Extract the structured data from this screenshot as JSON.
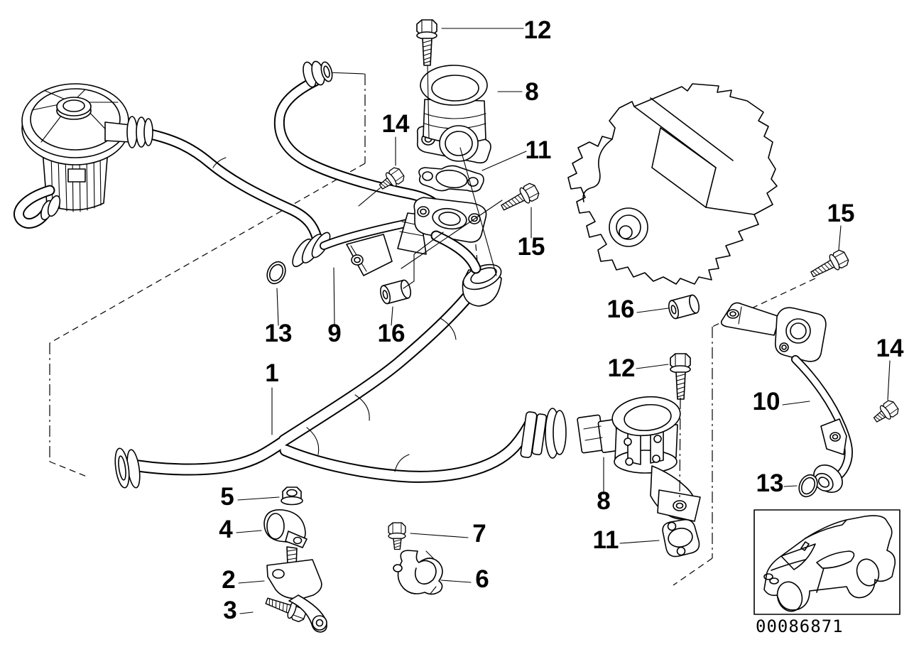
{
  "diagram": {
    "type": "exploded-parts-diagram",
    "colors": {
      "background": "#ffffff",
      "line": "#000000"
    },
    "drawing_number": "00086871",
    "callouts": [
      {
        "id": "12-top",
        "label": "12"
      },
      {
        "id": "8-top",
        "label": "8"
      },
      {
        "id": "14-top",
        "label": "14"
      },
      {
        "id": "11-top",
        "label": "11"
      },
      {
        "id": "15-top",
        "label": "15"
      },
      {
        "id": "15-right",
        "label": "15"
      },
      {
        "id": "16-right",
        "label": "16"
      },
      {
        "id": "12-right",
        "label": "12"
      },
      {
        "id": "14-right",
        "label": "14"
      },
      {
        "id": "10-right",
        "label": "10"
      },
      {
        "id": "13-right",
        "label": "13"
      },
      {
        "id": "13-left",
        "label": "13"
      },
      {
        "id": "9-center",
        "label": "9"
      },
      {
        "id": "16-center",
        "label": "16"
      },
      {
        "id": "1-main",
        "label": "1"
      },
      {
        "id": "5-nut",
        "label": "5"
      },
      {
        "id": "4-clamp",
        "label": "4"
      },
      {
        "id": "2-bracket",
        "label": "2"
      },
      {
        "id": "3-bolt",
        "label": "3"
      },
      {
        "id": "7-bolt",
        "label": "7"
      },
      {
        "id": "6-clamp",
        "label": "6"
      },
      {
        "id": "8-bottom",
        "label": "8"
      },
      {
        "id": "11-bottom",
        "label": "11"
      }
    ]
  }
}
